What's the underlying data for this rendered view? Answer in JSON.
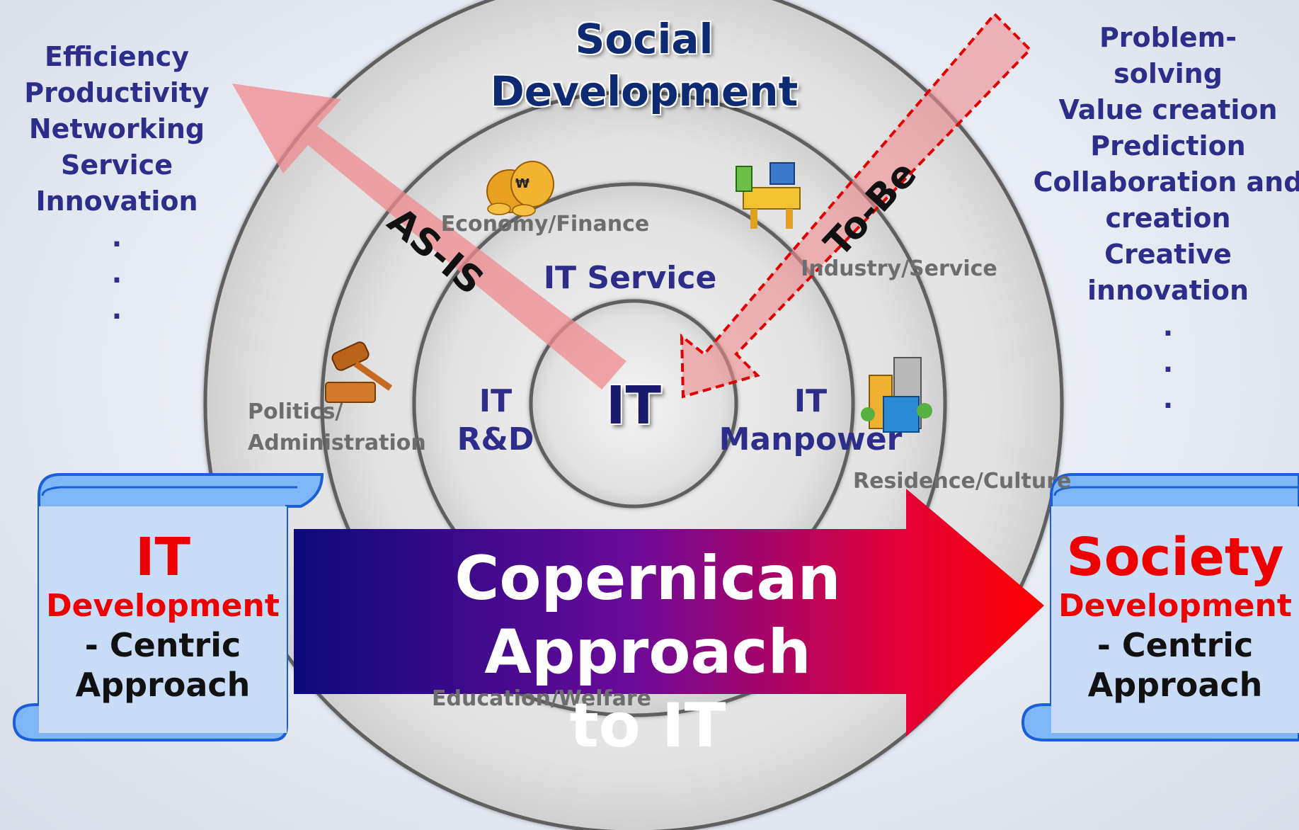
{
  "title": "Social Development",
  "rings": {
    "core": "IT",
    "it_service": "IT Service",
    "it_rd": "IT R&D",
    "it_manpower": "IT Manpower"
  },
  "domains": {
    "economy": "Economy/Finance",
    "industry": "Industry/Service",
    "politics": "Politics/ Administration",
    "residence": "Residence/Culture",
    "education": "Education/Welfare"
  },
  "arrows": {
    "as_is": "AS-IS",
    "to_be": "To-Be"
  },
  "left_list": {
    "items": [
      "Efficiency",
      "Productivity",
      "Networking",
      "Service",
      "Innovation"
    ],
    "ellipsis": [
      ".",
      ".",
      "."
    ]
  },
  "right_list": {
    "items": [
      "Problem-",
      "solving",
      "Value creation",
      "Prediction",
      "Collaboration and",
      "creation",
      "Creative",
      "innovation"
    ],
    "ellipsis": [
      ".",
      ".",
      "."
    ]
  },
  "left_scroll": {
    "line1": "IT",
    "line2": "Development",
    "line3": "- Centric",
    "line4": "Approach"
  },
  "right_scroll": {
    "line1": "Society",
    "line2": "Development",
    "line3": "- Centric",
    "line4": "Approach"
  },
  "banner": {
    "line1": "Copernican Approach",
    "line2": "to IT"
  },
  "icons": [
    "money-bags-icon",
    "office-desk-icon",
    "gavel-icon",
    "city-buildings-icon"
  ],
  "colors": {
    "ring_fill": "#e4e4e4",
    "label_navy": "#2e2e8a",
    "accent_red": "#ee0000",
    "banner_start": "#0c0a7a",
    "banner_end": "#ff0000",
    "scroll_blue": "#4f9df5"
  }
}
